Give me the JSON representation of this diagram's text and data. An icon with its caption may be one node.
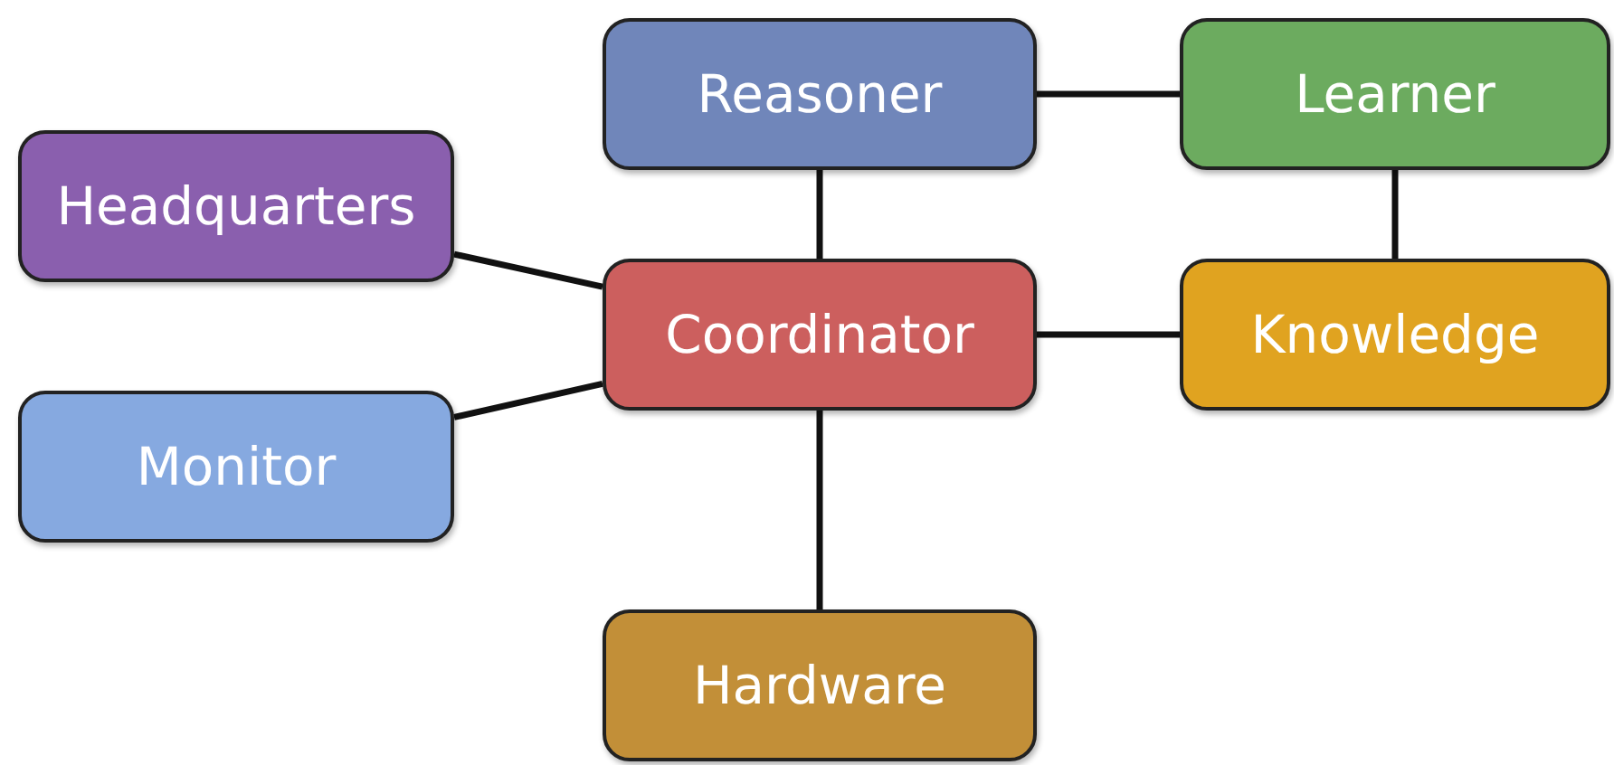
{
  "diagram": {
    "nodes": [
      {
        "text": [
          "Reasoner"
        ]
      },
      {
        "text": [
          "Learner"
        ]
      },
      {
        "text": [
          "Headquarters"
        ]
      },
      {
        "text": [
          "Coordinator"
        ]
      },
      {
        "text": [
          "Knowledge"
        ]
      },
      {
        "text": [
          "Monitor"
        ]
      },
      {
        "text": [
          "Hardware"
        ]
      }
    ],
    "edges": [
      {
        "from": 0,
        "to": 1,
        "arrow": "none"
      },
      {
        "from": 0,
        "to": 3,
        "arrow": "none"
      },
      {
        "from": 1,
        "to": 4,
        "arrow": "none"
      },
      {
        "from": 2,
        "to": 3,
        "arrow": "none"
      },
      {
        "from": 5,
        "to": 3,
        "arrow": "none"
      },
      {
        "from": 3,
        "to": 4,
        "arrow": "none"
      },
      {
        "from": 3,
        "to": 6,
        "arrow": "none"
      }
    ]
  }
}
